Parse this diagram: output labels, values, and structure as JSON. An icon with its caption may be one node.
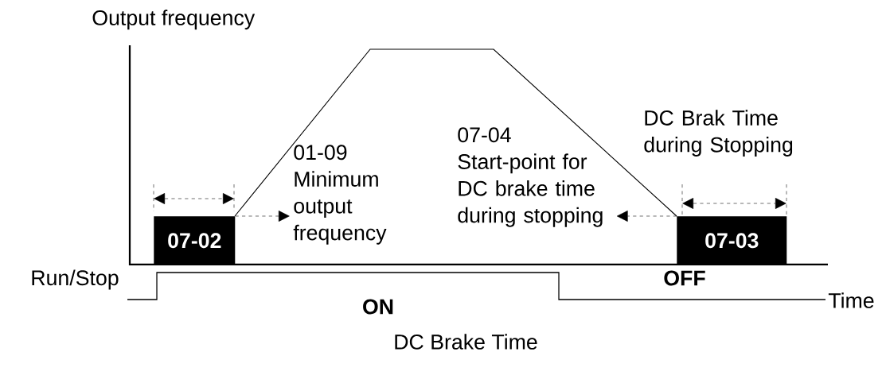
{
  "diagram": {
    "caption": "DC Brake Time",
    "nodes": [
      {
        "text": [
          "07-02"
        ]
      },
      {
        "text": [
          "01-09",
          "Minimum output frequency"
        ]
      },
      {
        "text": [
          "07-03"
        ]
      },
      {
        "text": [
          "07-04",
          "Start-point for DC brake time during stopping"
        ]
      }
    ],
    "edges": [
      {
        "from": 0,
        "to": 1,
        "arrow": "to",
        "style": "dashed"
      },
      {
        "from": 2,
        "to": 3,
        "arrow": "to",
        "style": "dashed"
      }
    ],
    "labels": [
      "Output frequency",
      "DC Brak Time during Stopping",
      "Run/Stop",
      "OFF",
      "ON",
      "Time"
    ]
  }
}
